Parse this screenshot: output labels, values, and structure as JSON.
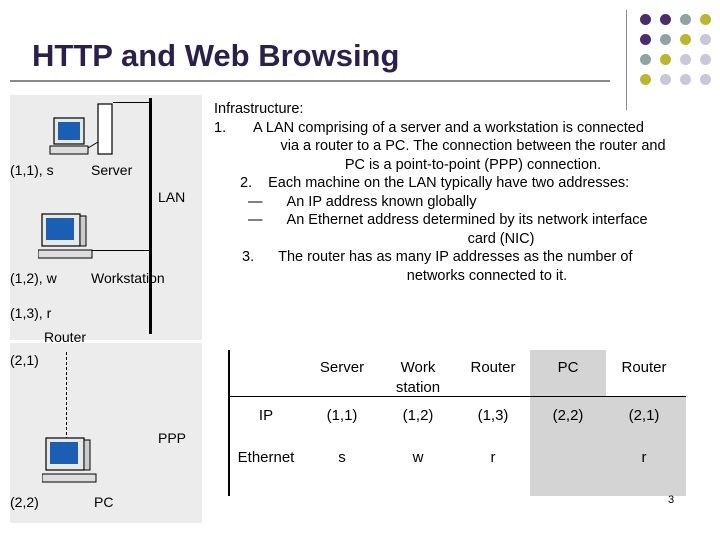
{
  "slide": {
    "title": "HTTP and Web Browsing",
    "page_number": "3"
  },
  "theme": {
    "title_color": "#2b1f4d",
    "dot_colors": [
      "#4b2d6b",
      "#8fa3a3",
      "#b9b82a",
      "#c8c8d6"
    ]
  },
  "diagram": {
    "server_id": "(1,1), s",
    "server_label": "Server",
    "lan_label": "LAN",
    "workstation_id": "(1,2), w",
    "workstation_label": "Workstation",
    "router_lan_id": "(1,3), r",
    "router_label": "Router",
    "router_ppp_id": "(2,1)",
    "ppp_label": "PPP",
    "pc_id": "(2,2)",
    "pc_label": "PC",
    "icons": [
      "server-computer-icon",
      "workstation-computer-icon",
      "pc-computer-icon"
    ]
  },
  "infrastructure": {
    "heading": "Infrastructure:",
    "item1_num": "1.",
    "item1_l1": "A LAN comprising of a server and a workstation is connected",
    "item1_l2": "via a router to a PC. The connection between the router and",
    "item1_l3": "PC is a point-to-point (PPP) connection.",
    "item2_num": "2.",
    "item2_text": "Each machine on the LAN typically have two addresses:",
    "sub1_dash": "—",
    "sub1_text": "An IP address known globally",
    "sub2_dash": "—",
    "sub2_l1": "An Ethernet address determined by its network interface",
    "sub2_l2": "card (NIC)",
    "item3_num": "3.",
    "item3_l1": "The router has as many IP addresses as the number of",
    "item3_l2": "networks connected to it."
  },
  "address_table": {
    "headers": [
      "Server",
      "Work station",
      "Router",
      "PC",
      "Router"
    ],
    "rows": [
      {
        "label": "IP",
        "cells": [
          "(1,1)",
          "(1,2)",
          "(1,3)",
          "(2,2)",
          "(2,1)"
        ]
      },
      {
        "label": "Ethernet",
        "cells": [
          "s",
          "w",
          "r",
          "",
          "r"
        ]
      }
    ]
  }
}
